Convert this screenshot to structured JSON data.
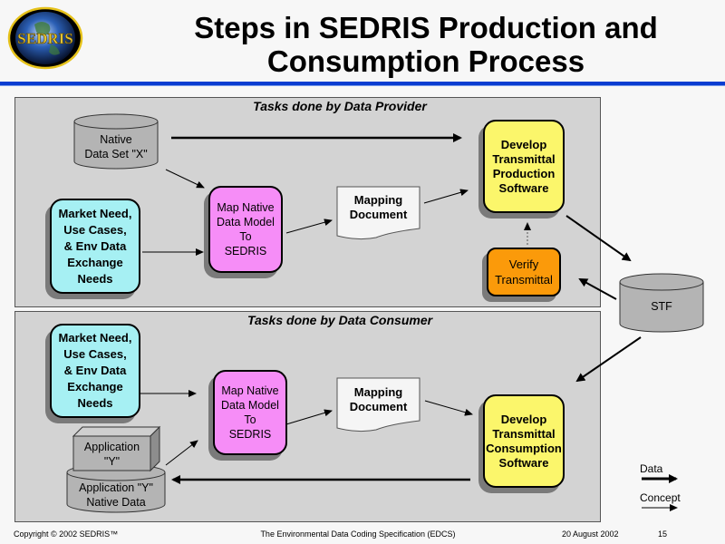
{
  "slide": {
    "title_line1": "Steps in SEDRIS Production and",
    "title_line2": "Consumption Process",
    "logo_text": "SEDRIS"
  },
  "provider_panel": {
    "title": "Tasks done by Data Provider",
    "native_data_set": [
      "Native",
      "Data Set \"X\""
    ],
    "market_need": [
      "Market Need,",
      "Use Cases,",
      "& Env Data",
      "Exchange",
      "Needs"
    ],
    "map_native": [
      "Map Native",
      "Data Model",
      "To",
      "SEDRIS"
    ],
    "mapping_document": [
      "Mapping",
      "Document"
    ],
    "develop_production": [
      "Develop",
      "Transmittal",
      "Production",
      "Software"
    ],
    "verify_transmittal": [
      "Verify",
      "Transmittal"
    ]
  },
  "stf": {
    "label": "STF"
  },
  "consumer_panel": {
    "title": "Tasks done by Data Consumer",
    "market_need": [
      "Market Need,",
      "Use Cases,",
      "& Env Data",
      "Exchange",
      "Needs"
    ],
    "map_native": [
      "Map Native",
      "Data Model",
      "To",
      "SEDRIS"
    ],
    "mapping_document": [
      "Mapping",
      "Document"
    ],
    "develop_consumption": [
      "Develop",
      "Transmittal",
      "Consumption",
      "Software"
    ],
    "application_y": [
      "Application",
      "\"Y\""
    ],
    "application_native_data": [
      "Application \"Y\"",
      "Native Data"
    ]
  },
  "legend": {
    "data_label": "Data",
    "concept_label": "Concept"
  },
  "footer": {
    "copyright": "Copyright © 2002 SEDRIS™",
    "center": "The Environmental Data Coding Specification (EDCS)",
    "date": "20 August 2002",
    "page": "15"
  },
  "colors": {
    "rule": "#0a3dd1",
    "market_need": "#a6f0f3",
    "map_native": "#f68df7",
    "develop": "#fbf66b",
    "verify": "#fb9a0a",
    "panel": "#d3d3d3",
    "cylinder": "#b4b4b4"
  }
}
